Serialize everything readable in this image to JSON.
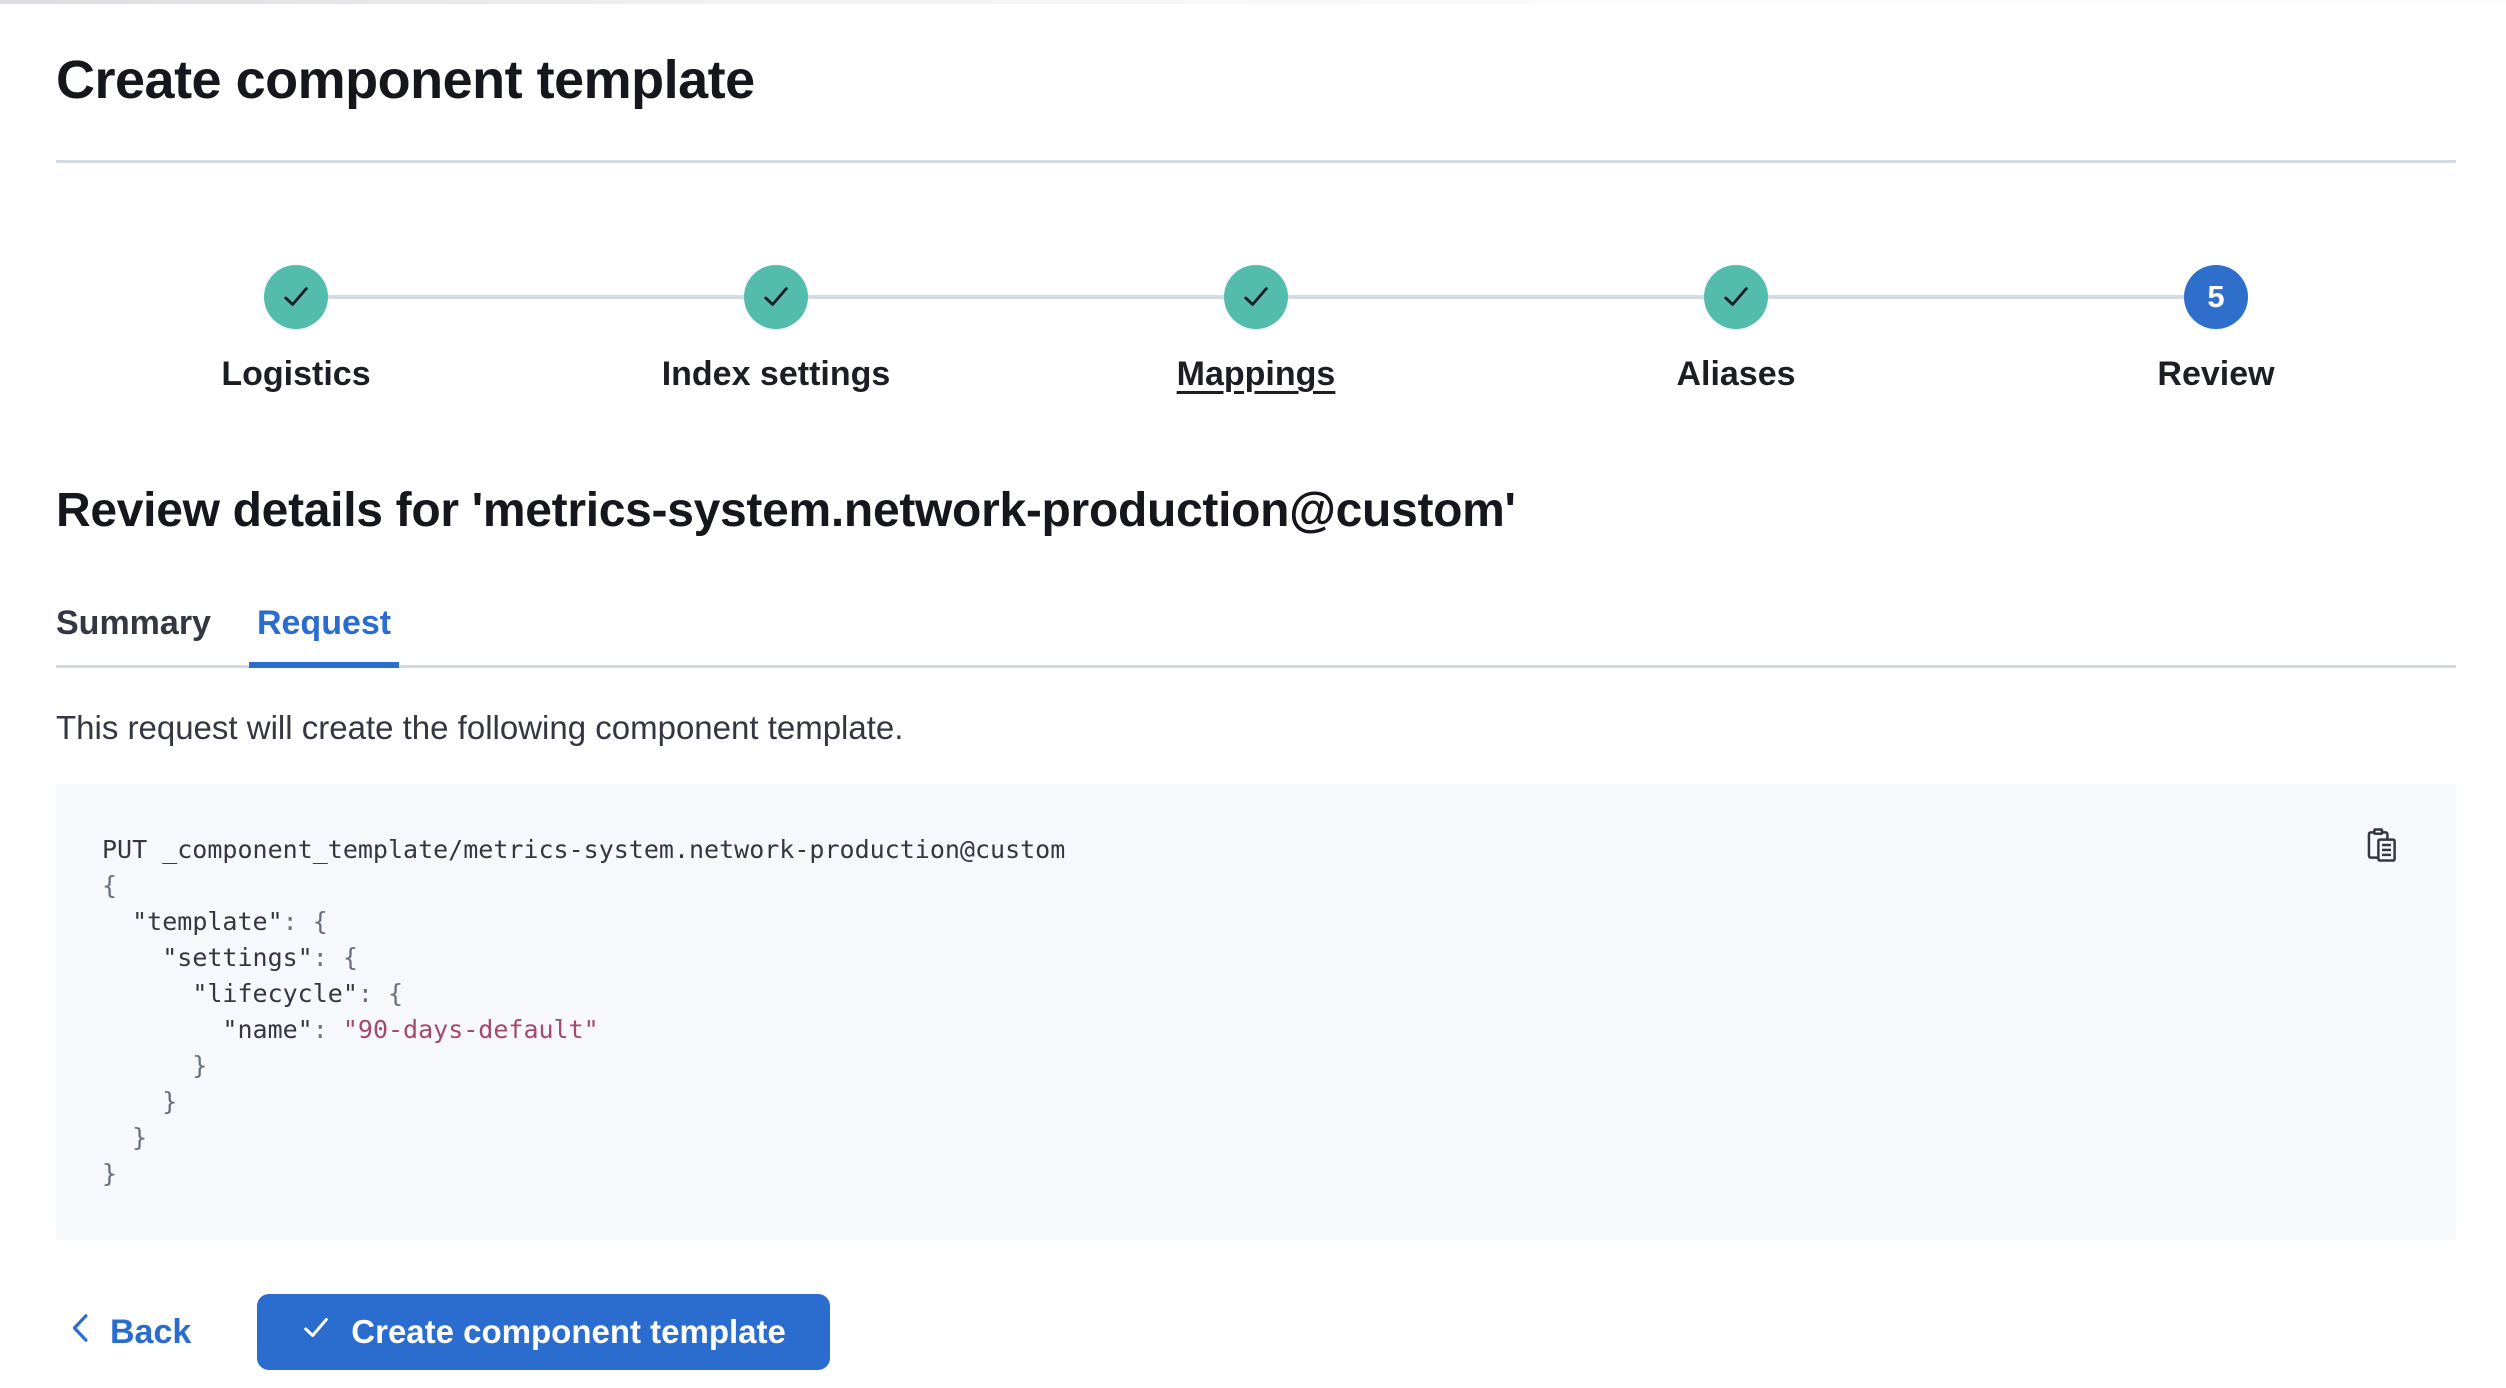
{
  "page": {
    "title": "Create component template"
  },
  "steps": {
    "items": [
      {
        "label": "Logistics",
        "status": "complete",
        "icon": "check-icon",
        "underlined": false
      },
      {
        "label": "Index settings",
        "status": "complete",
        "icon": "check-icon",
        "underlined": false
      },
      {
        "label": "Mappings",
        "status": "complete",
        "icon": "check-icon",
        "underlined": true
      },
      {
        "label": "Aliases",
        "status": "complete",
        "icon": "check-icon",
        "underlined": false
      },
      {
        "label": "Review",
        "status": "current",
        "number": "5",
        "underlined": false
      }
    ]
  },
  "review": {
    "heading": "Review details for 'metrics-system.network-production@custom'",
    "tabs": [
      {
        "label": "Summary",
        "selected": false
      },
      {
        "label": "Request",
        "selected": true
      }
    ],
    "description": "This request will create the following component template."
  },
  "request_block": {
    "copy_icon": "copy-clipboard-icon",
    "code_lines": [
      [
        {
          "t": "PUT _component_template/metrics-system.network-production@custom",
          "c": "plain"
        }
      ],
      [
        {
          "t": "{",
          "c": "pun"
        }
      ],
      [
        {
          "t": "  ",
          "c": "plain"
        },
        {
          "t": "\"template\"",
          "c": "key"
        },
        {
          "t": ": {",
          "c": "pun"
        }
      ],
      [
        {
          "t": "    ",
          "c": "plain"
        },
        {
          "t": "\"settings\"",
          "c": "key"
        },
        {
          "t": ": {",
          "c": "pun"
        }
      ],
      [
        {
          "t": "      ",
          "c": "plain"
        },
        {
          "t": "\"lifecycle\"",
          "c": "key"
        },
        {
          "t": ": {",
          "c": "pun"
        }
      ],
      [
        {
          "t": "        ",
          "c": "plain"
        },
        {
          "t": "\"name\"",
          "c": "key"
        },
        {
          "t": ": ",
          "c": "pun"
        },
        {
          "t": "\"90-days-default\"",
          "c": "str"
        }
      ],
      [
        {
          "t": "      }",
          "c": "pun"
        }
      ],
      [
        {
          "t": "    }",
          "c": "pun"
        }
      ],
      [
        {
          "t": "  }",
          "c": "pun"
        }
      ],
      [
        {
          "t": "}",
          "c": "pun"
        }
      ]
    ]
  },
  "footer": {
    "back_label": "Back",
    "create_label": "Create component template"
  },
  "colors": {
    "accent_blue": "#2b6ccf",
    "success_teal": "#54bcad",
    "divider": "#d3dae6",
    "code_background": "#f7f8fc",
    "code_string": "#a34a68",
    "text_dark": "#1d1e24",
    "text_body": "#343741"
  }
}
